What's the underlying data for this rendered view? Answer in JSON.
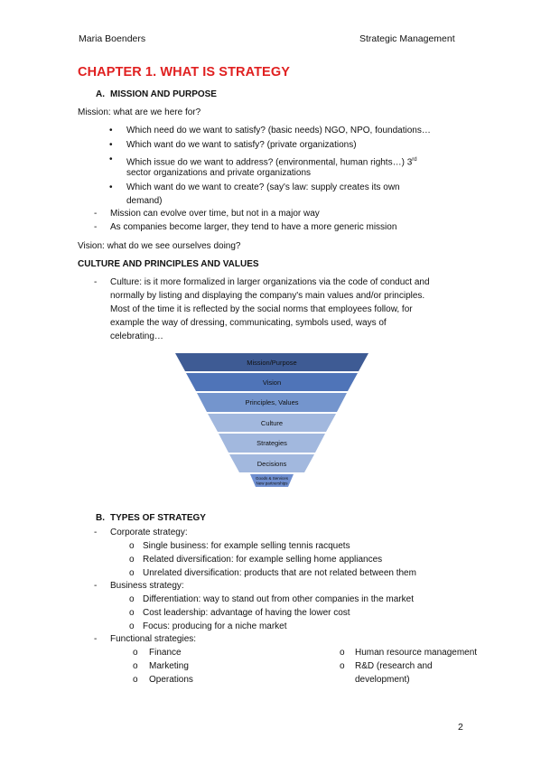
{
  "header": {
    "author": "Maria Boenders",
    "course": "Strategic Management"
  },
  "chapter_title": "CHAPTER 1. WHAT IS STRATEGY",
  "section_a": {
    "marker": "A.",
    "title": "MISSION AND PURPOSE",
    "mission_intro": "Mission: what are we here for?",
    "mission_bullets": [
      "Which need do we want to satisfy? (basic needs) NGO, NPO, foundations…",
      "Which want do we want to satisfy? (private organizations)",
      "Which issue do we want to address? (environmental, human rights…) 3",
      "sector organizations and private organizations",
      "Which want do we want to create? (say's law: supply creates its own",
      "demand)"
    ],
    "superscript": "rd",
    "dash_items": [
      "Mission can evolve over time, but not in a major way",
      "As companies become larger, they tend to have a more generic mission"
    ],
    "vision": "Vision: what do we see ourselves doing?"
  },
  "culture_section": {
    "title": "CULTURE AND PRINCIPLES AND VALUES",
    "lines": [
      "Culture: is it more formalized in larger organizations via the code of conduct and",
      "normally by listing and displaying the company's main values and/or principles.",
      "Most of the time it is reflected by the social norms that employees follow, for",
      "example the way of dressing, communicating, symbols used, ways of",
      "celebrating…"
    ]
  },
  "funnel": {
    "levels": [
      "Mission/Purpose",
      "Vision",
      "Principles, Values",
      "Culture",
      "Strategies",
      "Decisions"
    ],
    "bottom_lines": [
      "Goods & Services",
      "New partnerships"
    ],
    "colors": [
      "#3e5b94",
      "#4f74b8",
      "#7495cd",
      "#a2b8de",
      "#a2b8de",
      "#a2b8de",
      "#6f8fd0"
    ]
  },
  "section_b": {
    "marker": "B.",
    "title": "TYPES OF STRATEGY",
    "corporate": {
      "label": "Corporate strategy:",
      "items": [
        "Single business: for example selling tennis racquets",
        "Related diversification: for example selling home appliances",
        "Unrelated diversification: products that are not related between them"
      ]
    },
    "business": {
      "label": "Business strategy:",
      "items": [
        "Differentiation: way to stand out from other companies in the market",
        "Cost leadership: advantage of having the lower cost",
        "Focus: producing for a niche market"
      ]
    },
    "functional": {
      "label": "Functional strategies:",
      "left_items": [
        "Finance",
        "Marketing",
        "Operations"
      ],
      "right_items": [
        "Human resource management",
        "R&D (research and",
        "development)"
      ]
    }
  },
  "page_number": "2"
}
